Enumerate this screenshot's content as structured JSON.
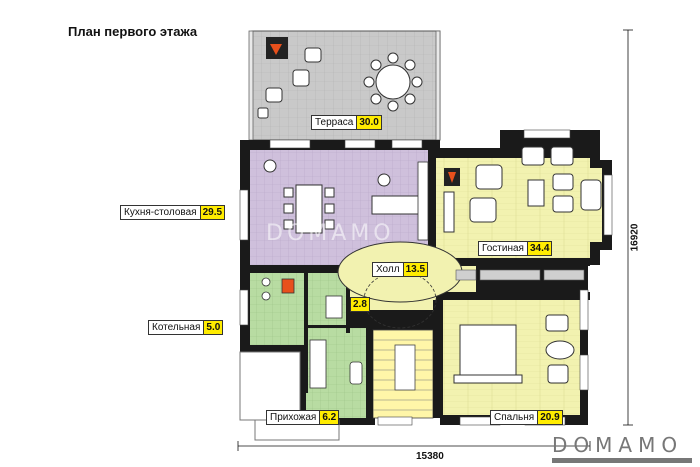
{
  "plan": {
    "title": "План первого этажа",
    "rooms": [
      {
        "key": "terrace",
        "name": "Терраса",
        "area": "30.0"
      },
      {
        "key": "kitchen",
        "name": "Кухня-столовая",
        "area": "29.5"
      },
      {
        "key": "living",
        "name": "Гостиная",
        "area": "34.4"
      },
      {
        "key": "hall",
        "name": "Холл",
        "area": "13.5"
      },
      {
        "key": "bath",
        "name": "",
        "area": "2.8"
      },
      {
        "key": "boiler",
        "name": "Котельная",
        "area": "5.0"
      },
      {
        "key": "entry",
        "name": "Прихожая",
        "area": "6.2"
      },
      {
        "key": "bedroom",
        "name": "Спальня",
        "area": "20.9"
      }
    ],
    "dimensions": {
      "width": "15380",
      "depth": "16920"
    },
    "watermark": "DOMAMO",
    "brand": "DOMAMO"
  },
  "colors": {
    "wall": "#1a1a1a",
    "terrace": "#c9c9c9",
    "kitchen": "#cfc0dc",
    "living": "#f2f2b0",
    "hall": "#f2f2b0",
    "bedroom": "#f2f2b0",
    "boiler": "#b8dca2",
    "entry": "#b8dca2",
    "bath": "#b8dca2",
    "stair": "#fff6a8",
    "label_area": "#ffec00"
  }
}
